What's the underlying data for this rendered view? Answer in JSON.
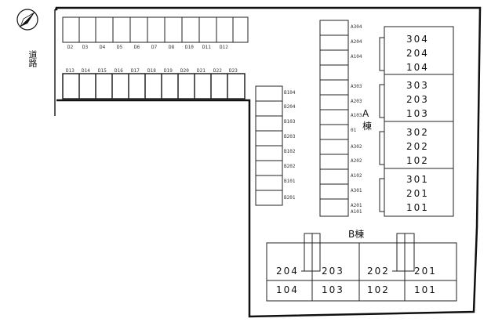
{
  "road_label": "道路",
  "building_a": {
    "title_a": "A",
    "title_b": "棟",
    "units": [
      [
        "304",
        "204",
        "104"
      ],
      [
        "303",
        "203",
        "103"
      ],
      [
        "302",
        "202",
        "102"
      ],
      [
        "301",
        "201",
        "101"
      ]
    ],
    "parking_labels": [
      "A304",
      "A204",
      "A104",
      "A303",
      "A203",
      "A103",
      "01",
      "A302",
      "A202",
      "A102",
      "A301",
      "A201",
      "A101"
    ]
  },
  "building_b": {
    "title": "B棟",
    "upper_units": [
      "204",
      "203",
      "202",
      "201"
    ],
    "lower_units": [
      "104",
      "103",
      "102",
      "101"
    ],
    "parking_labels": [
      "B104",
      "B204",
      "B103",
      "B203",
      "B102",
      "B202",
      "B101",
      "B201"
    ]
  },
  "parking_top_labels": [
    "D2",
    "D3",
    "D4",
    "D5",
    "D6",
    "D7",
    "D8",
    "D10",
    "D11",
    "D12"
  ],
  "parking_mid_labels": [
    "D13",
    "D14",
    "D15",
    "D16",
    "D17",
    "D18",
    "D19",
    "D20",
    "D21",
    "D22",
    "D23"
  ]
}
